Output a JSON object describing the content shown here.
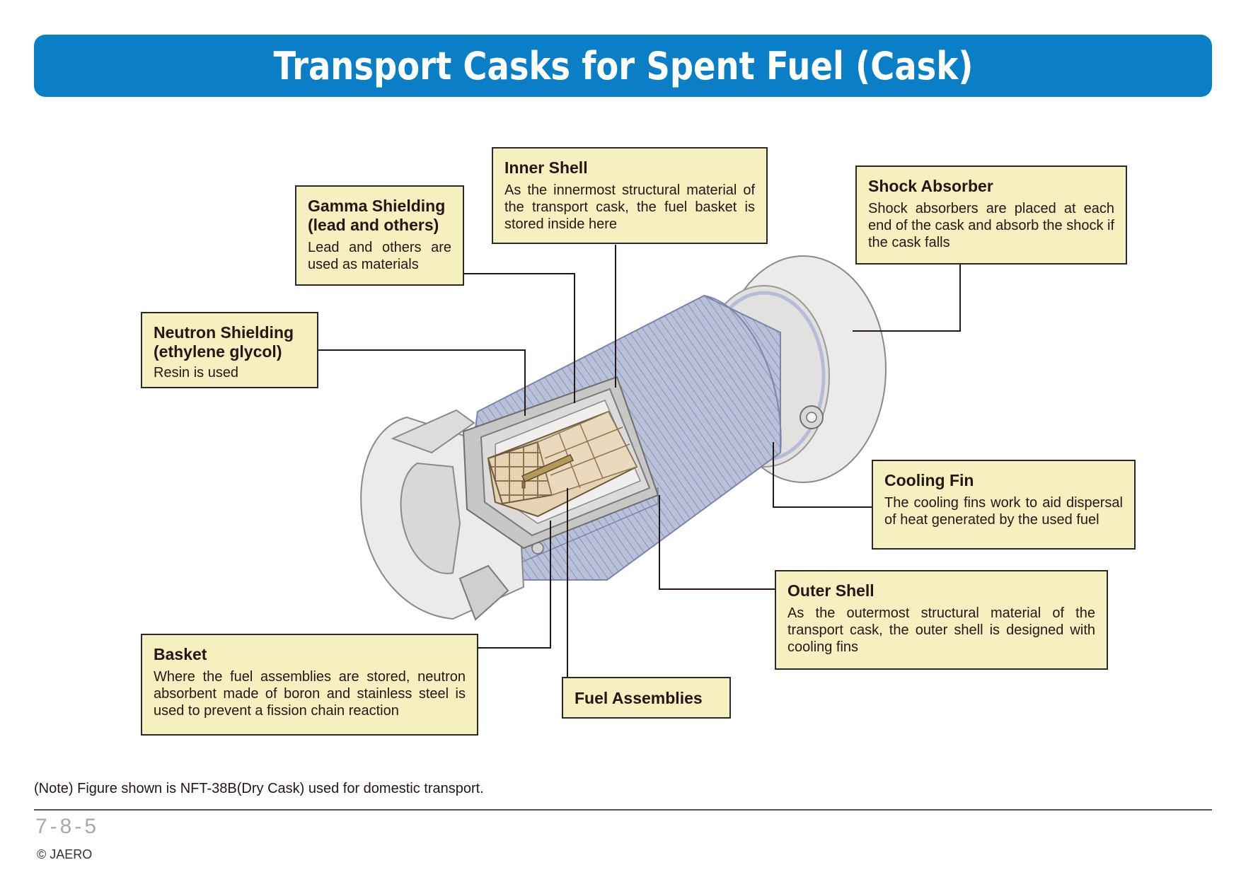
{
  "title": "Transport Casks for Spent Fuel (Cask)",
  "colors": {
    "banner": "#0a7fc7",
    "callout_fill": "#f6efc0",
    "fin_blue": "#b5bcd6",
    "cask_gray": "#ecebea",
    "fuel_tan": "#e3cfae"
  },
  "callouts": {
    "inner_shell": {
      "title": "Inner Shell",
      "desc": "As the innermost structural material of the transport cask, the fuel basket is stored inside here"
    },
    "gamma_shielding": {
      "title_line1": "Gamma Shielding",
      "title_line2": "(lead and others)",
      "desc": "Lead and others are used as materials"
    },
    "neutron_shielding": {
      "title_line1": "Neutron Shielding",
      "title_line2": "(ethylene glycol)",
      "desc": "Resin is used"
    },
    "shock_absorber": {
      "title": "Shock Absorber",
      "desc": "Shock absorbers are placed at each end of the cask and absorb the shock if the cask falls"
    },
    "cooling_fin": {
      "title": "Cooling Fin",
      "desc": "The cooling fins work to aid dispersal of heat generated by the used fuel"
    },
    "outer_shell": {
      "title": "Outer Shell",
      "desc": "As the outermost structural material of the transport cask, the outer shell is designed with cooling fins"
    },
    "basket": {
      "title": "Basket",
      "desc": "Where the fuel assemblies are stored, neutron absorbent made of boron and stainless steel is used to prevent a fission chain reaction"
    },
    "fuel_assemblies": {
      "title": "Fuel Assemblies"
    }
  },
  "note": "(Note) Figure shown is NFT-38B(Dry Cask) used for domestic transport.",
  "page_number": "7-8-5",
  "copyright": "© JAERO"
}
